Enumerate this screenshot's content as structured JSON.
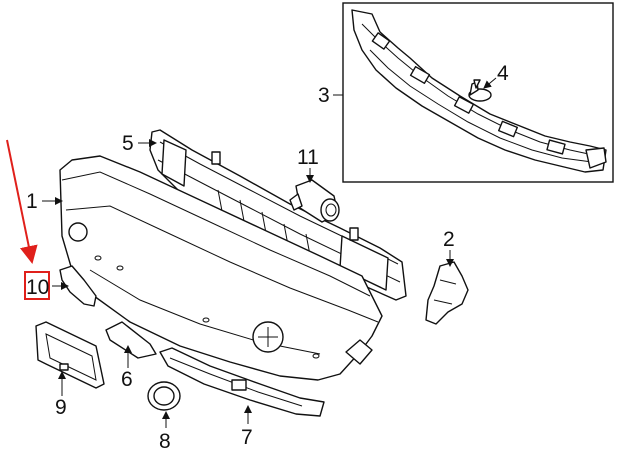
{
  "diagram": {
    "callouts": {
      "c1": "1",
      "c2": "2",
      "c3": "3",
      "c4": "4",
      "c5": "5",
      "c6": "6",
      "c7": "7",
      "c8": "8",
      "c9": "9",
      "c10": "10",
      "c11": "11"
    },
    "highlight_color": "#e0201b",
    "line_color": "#111111"
  }
}
